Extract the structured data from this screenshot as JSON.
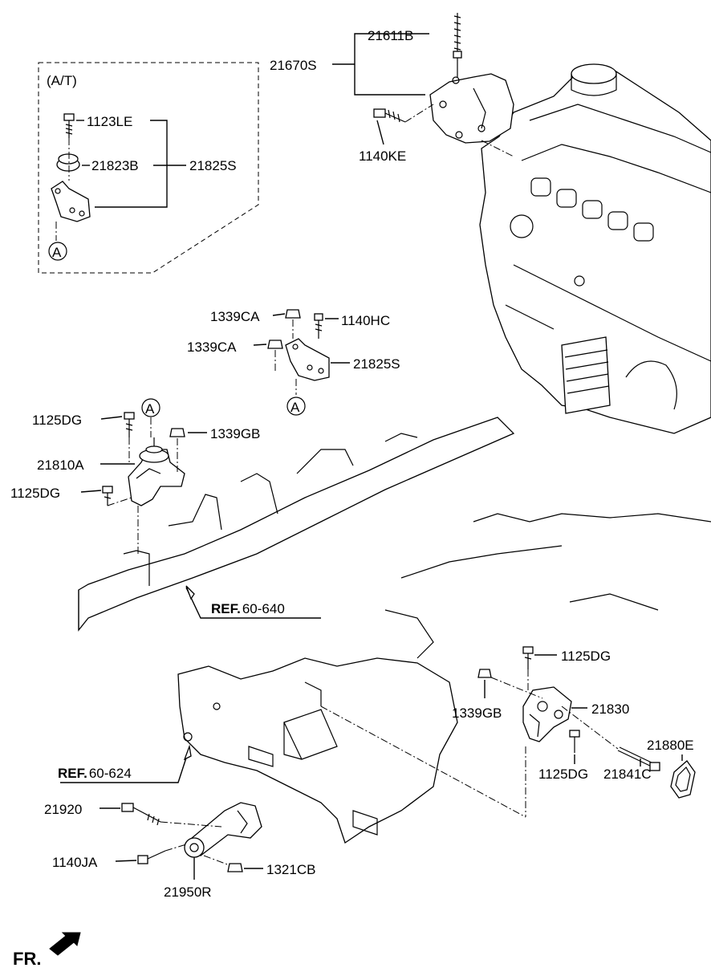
{
  "inset": {
    "title": "(A/T)"
  },
  "callouts": {
    "c21611b": "21611B",
    "c21670s": "21670S",
    "c1140ke": "1140KE",
    "c1123le": "1123LE",
    "c21823b": "21823B",
    "c21825s_inset": "21825S",
    "c1339ca_top": "1339CA",
    "c1140hc": "1140HC",
    "c1339ca_low": "1339CA",
    "c21825s": "21825S",
    "c1125dg_a": "1125DG",
    "c1339gb_a": "1339GB",
    "c21810a": "21810A",
    "c1125dg_b": "1125DG",
    "c1125dg_c": "1125DG",
    "c1339gb_b": "1339GB",
    "c21830": "21830",
    "c1125dg_d": "1125DG",
    "c21880e": "21880E",
    "c21841c": "21841C",
    "c21920": "21920",
    "c1140ja": "1140JA",
    "c1321cb": "1321CB",
    "c21950r": "21950R"
  },
  "markers": {
    "a1": "A",
    "a2": "A",
    "a3": "A"
  },
  "refs": {
    "r1_bold": "REF.",
    "r1_num": "60-640",
    "r2_bold": "REF.",
    "r2_num": "60-624"
  },
  "direction": {
    "label": "FR."
  }
}
